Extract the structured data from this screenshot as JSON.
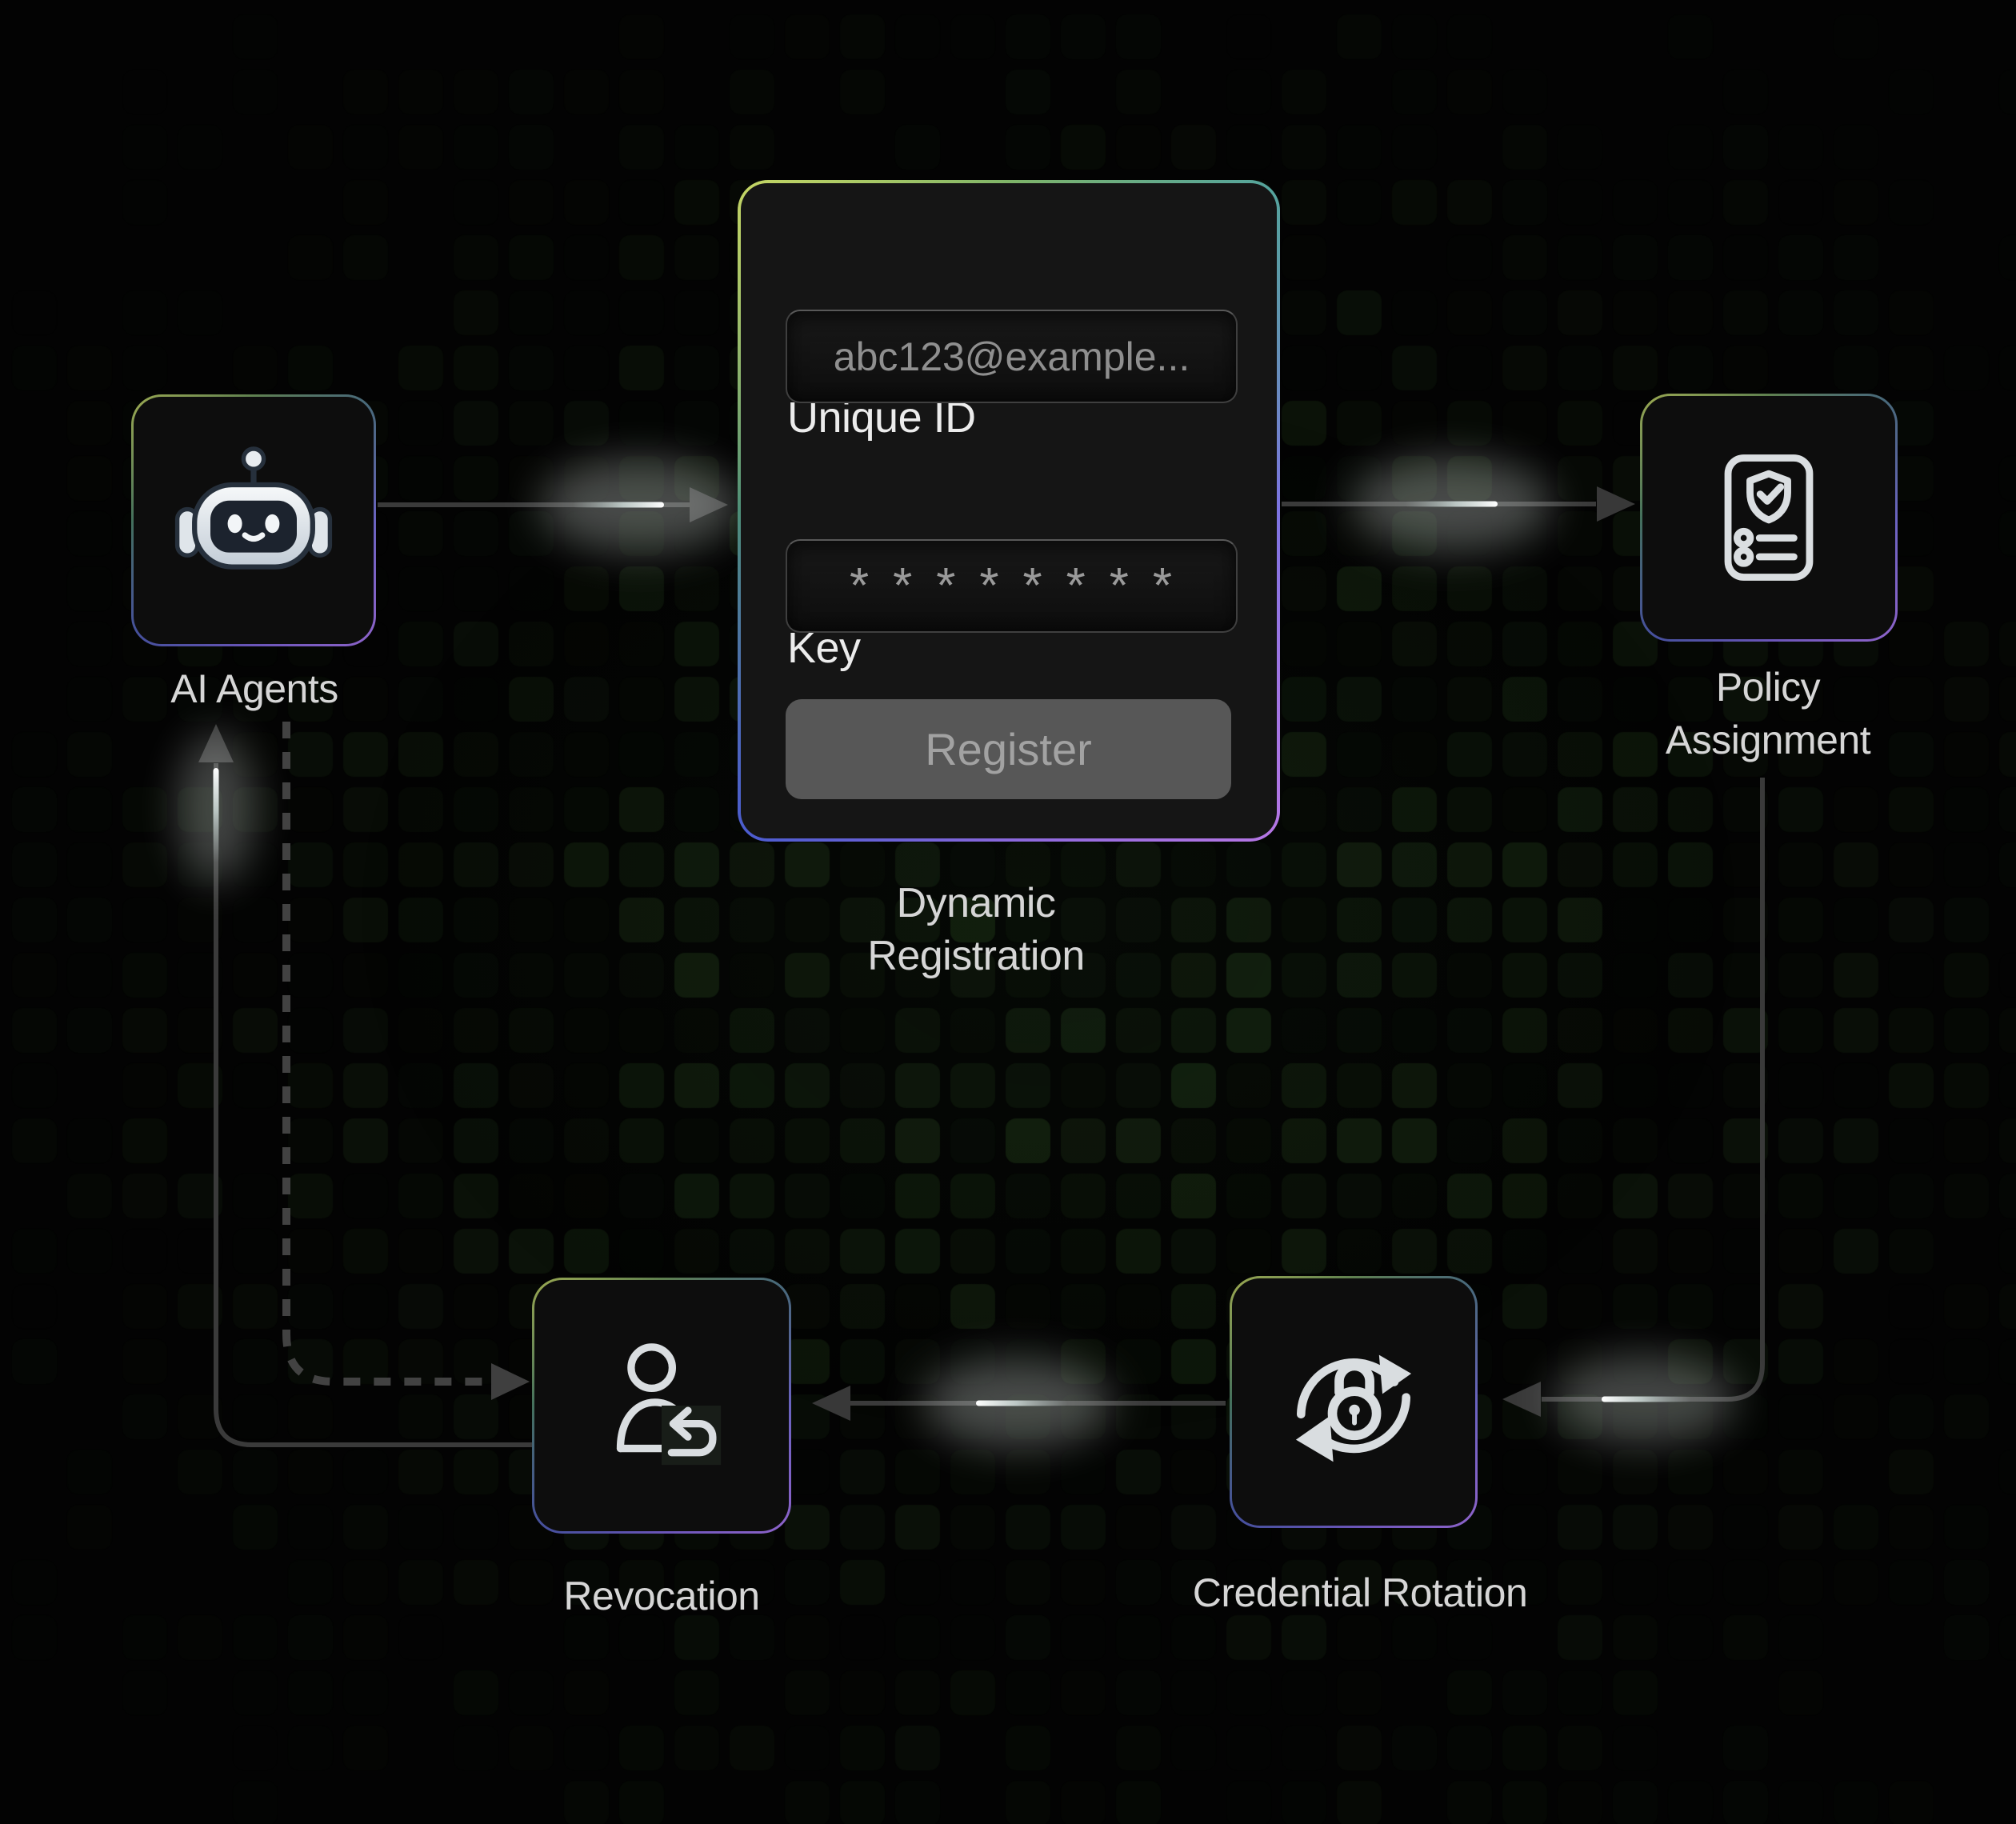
{
  "nodes": {
    "ai": {
      "label": "AI Agents",
      "icon": "robot-icon"
    },
    "policy": {
      "line1": "Policy",
      "line2": "Assignment",
      "icon": "policy-document-shield-icon"
    },
    "revocation": {
      "label": "Revocation",
      "icon": "user-revoke-icon"
    },
    "credential": {
      "label": "Credential Rotation",
      "icon": "lock-rotation-icon"
    }
  },
  "form": {
    "caption": "Dynamic Registration",
    "unique_id": {
      "label": "Unique ID",
      "value": "abc123@example..."
    },
    "key": {
      "label": "Key",
      "value": "********"
    },
    "register": "Register"
  },
  "arrows": [
    {
      "from": "ai",
      "to": "registration-form",
      "style": "solid"
    },
    {
      "from": "registration-form",
      "to": "policy",
      "style": "solid"
    },
    {
      "from": "policy",
      "to": "credential",
      "style": "solid"
    },
    {
      "from": "credential",
      "to": "revocation",
      "style": "solid"
    },
    {
      "from": "revocation",
      "to": "ai",
      "style": "solid"
    },
    {
      "from": "ai",
      "to": "revocation",
      "style": "dashed"
    }
  ],
  "colors": {
    "background": "#030303",
    "tile_green": "#28481e",
    "card_bg": "#151515",
    "node_bg": "#0d0d0d",
    "line": "#3a3a3a",
    "arrowhead": "#383838",
    "pulse": "#ffffff",
    "text_primary": "#ececec",
    "text_caption": "#d6d6d6",
    "text_muted": "#8f8f8f",
    "button_bg": "#575757",
    "button_text": "#a2a2a2",
    "border_gradient": [
      "#c3d565",
      "#7fb468",
      "#55a49c",
      "#7d74e2",
      "#b476e4",
      "#8a68dc",
      "#4c5ccf",
      "#4e8f78"
    ]
  }
}
